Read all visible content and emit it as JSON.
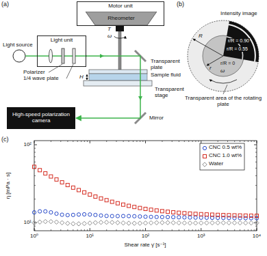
{
  "diagram": {
    "nodes": [
      {
        "text": [
          "Motor unit"
        ]
      },
      {
        "text": [
          "Rheometer"
        ],
        "in": 0
      },
      {
        "text": [
          "Light unit"
        ]
      },
      {
        "text": [
          "High-speed polarization camera"
        ]
      }
    ],
    "edges": [
      {
        "from": 2,
        "to": 3,
        "arrow": "to"
      }
    ],
    "labels": [
      "(a)",
      "Light source",
      "Polarizer",
      "1/4 wave plate",
      "T",
      "ω",
      "Transparent plate",
      "Sample fluid",
      "H",
      "Transparent stage",
      "Mirror",
      "(b)",
      "Intensity image",
      "r/R = 0.90",
      "r/R = 0.55",
      "r/R = 0",
      "R",
      "r",
      "ω",
      "Transparent area of the rotating plate",
      "(c)",
      "η [mPa · s]",
      "10²",
      "10¹",
      "10⁰",
      "10¹",
      "10²",
      "10³",
      "10⁴",
      "Shear rate γ̇ [s⁻¹]"
    ],
    "legend": [
      {
        "text": "CNC 0.5 wt%"
      },
      {
        "text": "CNC 1.0 wt%"
      },
      {
        "text": "Water"
      }
    ]
  }
}
